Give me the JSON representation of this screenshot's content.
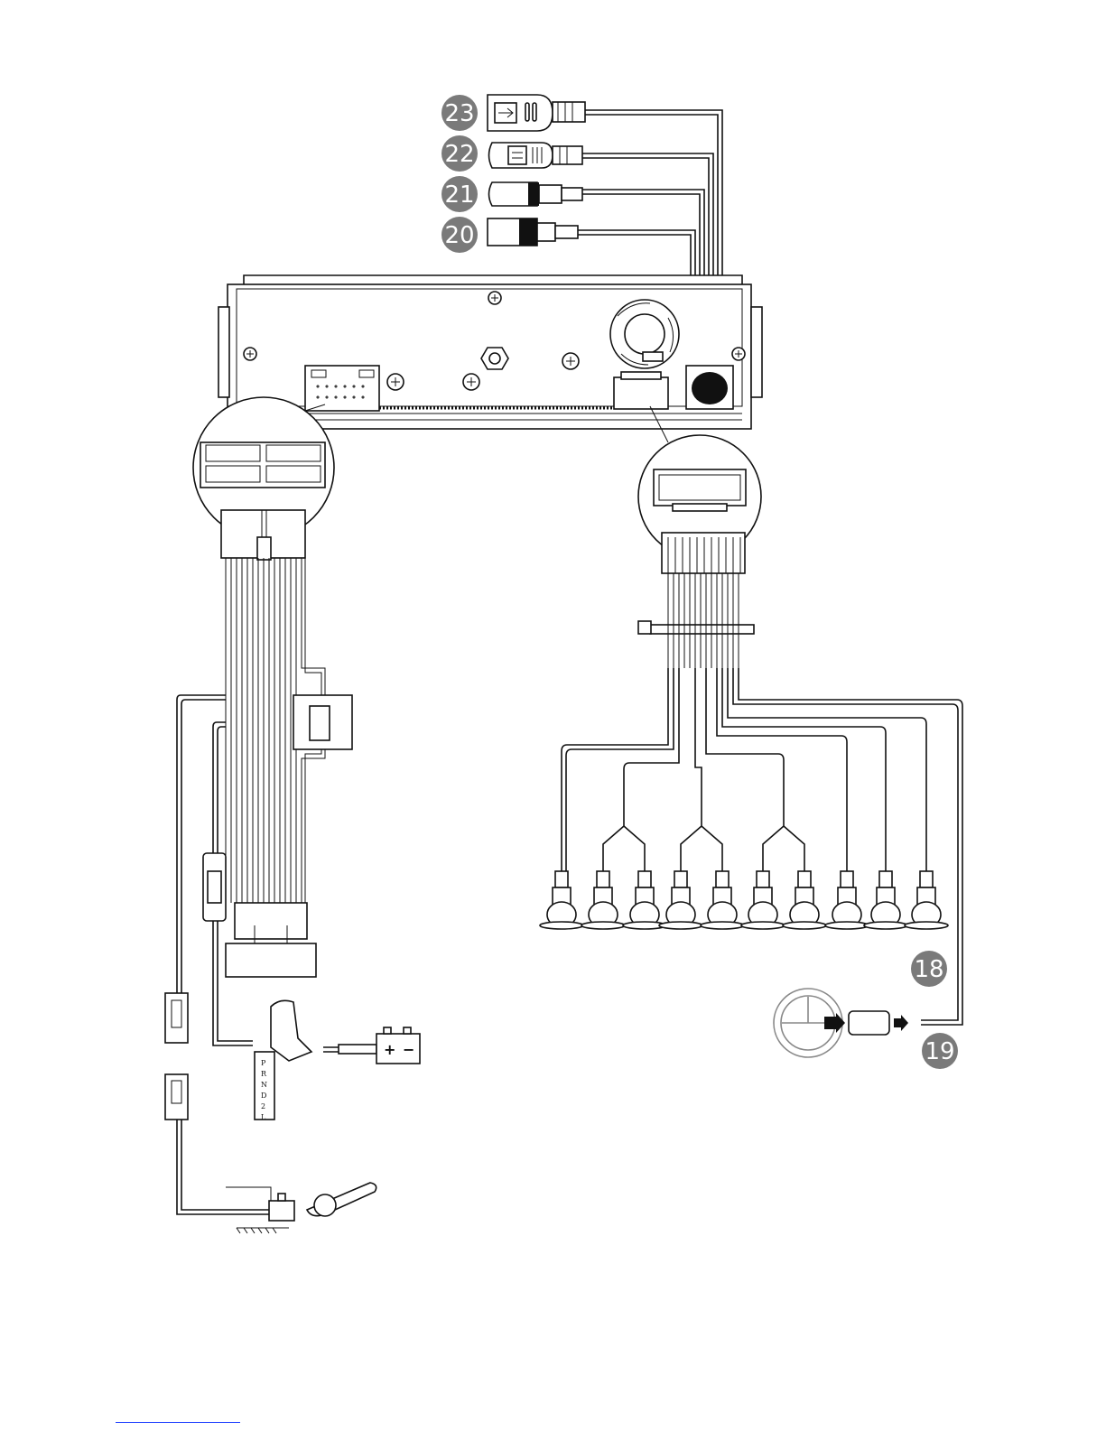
{
  "badges": [
    {
      "id": "23",
      "label": "23"
    },
    {
      "id": "22",
      "label": "22"
    },
    {
      "id": "21",
      "label": "21"
    },
    {
      "id": "20",
      "label": "20"
    },
    {
      "id": "18",
      "label": "18"
    },
    {
      "id": "19",
      "label": "19"
    }
  ],
  "gear_letters": [
    "P",
    "R",
    "N",
    "D",
    "2",
    "L"
  ],
  "battery": {
    "plus": "+",
    "minus": "−"
  },
  "colors": {
    "line": "#111111",
    "badge": "#7a7a7a",
    "link": "#1a3cff"
  },
  "icons": [
    "usb-icon",
    "aux-icon",
    "head-unit-rear",
    "wiring-harness",
    "rca-connectors",
    "parking-brake-icon",
    "battery-icon",
    "gear-shift-icon",
    "steering-remote-icon"
  ]
}
